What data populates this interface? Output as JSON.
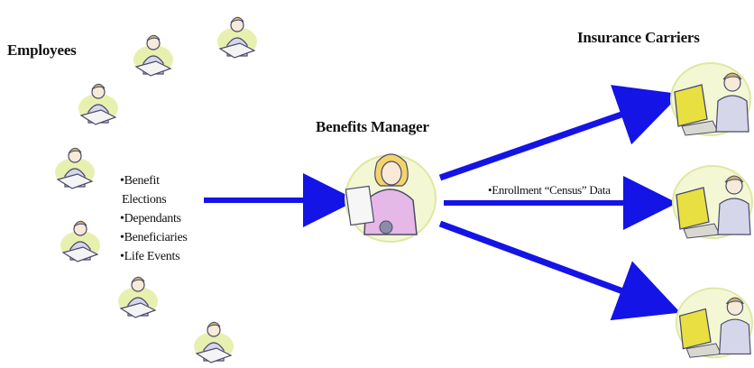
{
  "labels": {
    "employees": "Employees",
    "benefits_manager": "Benefits Manager",
    "insurance_carriers": "Insurance Carriers",
    "census_data": "•Enrollment “Census” Data"
  },
  "employee_data_items": [
    "•Benefit",
    "Elections",
    "•Dependants",
    "•Beneficiaries",
    "•Life Events"
  ],
  "colors": {
    "arrow": "#1414e6",
    "figure_outline": "#4a4a6a",
    "employee_suit": "#d6d6ea",
    "employee_halo": "#e8f0b0",
    "manager_dress": "#e6b8e8",
    "manager_hair": "#f2d46a",
    "monitor": "#e8e040"
  },
  "icons": {
    "employee": "office-worker-clipart",
    "manager": "businesswoman-clipart",
    "carrier": "computer-operator-clipart"
  }
}
